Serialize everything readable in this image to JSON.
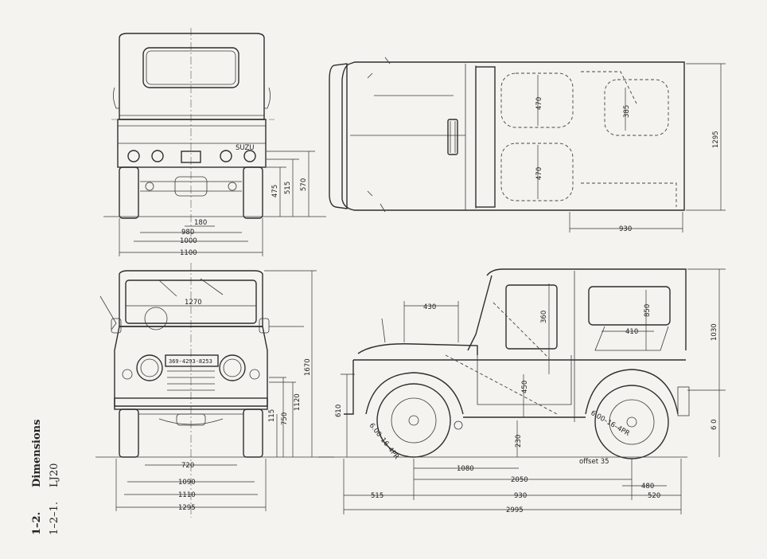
{
  "caption": {
    "section_number": "1–2.",
    "section_title": "Dimensions",
    "subsection_number": "1–2–1.",
    "model": "LJ20"
  },
  "rear_view": {
    "widths": [
      "180",
      "980",
      "1000",
      "1100"
    ],
    "heights": [
      "475",
      "515",
      "570"
    ],
    "badge": "SUZU"
  },
  "front_view": {
    "widths": [
      "1270",
      "720",
      "1090",
      "1110",
      "1295"
    ],
    "heights": [
      "1670",
      "1120",
      "750",
      "115"
    ],
    "grille_text": "369-4293-8253"
  },
  "top_view": {
    "seat_front": "470",
    "seat_rear": "470",
    "seat_back": "385",
    "width": "1295",
    "length": "930"
  },
  "side_view": {
    "top_430": "430",
    "dim_360": "360",
    "dim_850": "850",
    "dim_410": "410",
    "height_1030": "1030",
    "height_610": "610",
    "height_660": "6 0",
    "dim_450": "450",
    "dim_230": "230",
    "tire_front": "6.00–16–4PR",
    "tire_rear": "6.00–16–4PR",
    "offset": "offset 35",
    "dim_1080": "1080",
    "dim_2050": "2050",
    "dim_480": "480",
    "dim_515": "515",
    "dim_930": "930",
    "dim_520": "520",
    "dim_2995": "2995"
  }
}
